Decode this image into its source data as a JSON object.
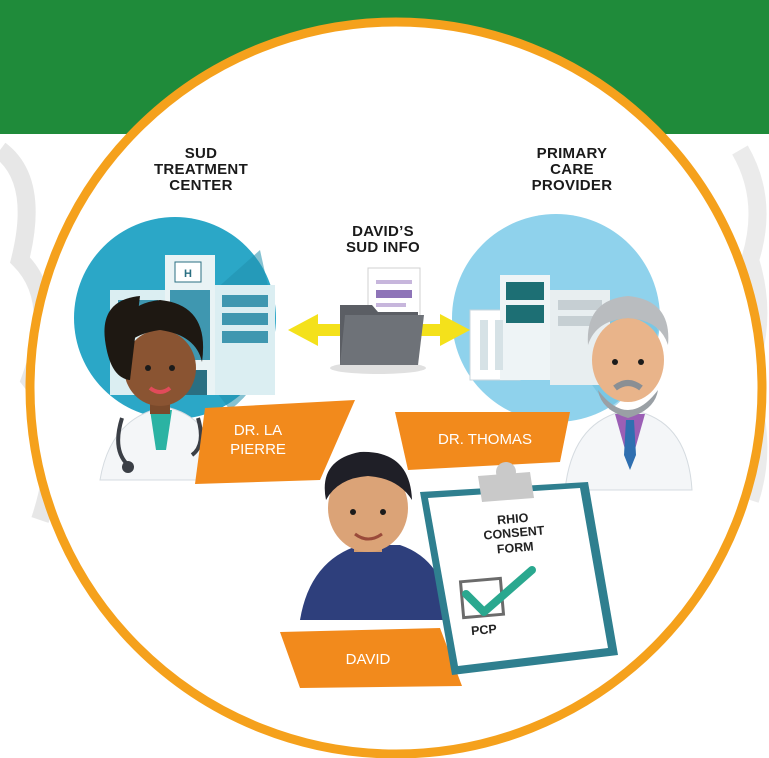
{
  "labels": {
    "sud_center": [
      "SUD",
      "TREATMENT",
      "CENTER"
    ],
    "primary_care": [
      "PRIMARY",
      "CARE",
      "PROVIDER"
    ],
    "info": [
      "DAVID’S",
      "SUD INFO"
    ],
    "dr_lapierre": [
      "DR. LA",
      "PIERRE"
    ],
    "dr_thomas": "DR. THOMAS",
    "david": "DAVID",
    "form_title": [
      "RHIO",
      "CONSENT",
      "FORM"
    ],
    "form_choice": "PCP"
  },
  "colors": {
    "banner_green": "#1f8b3a",
    "ring_orange": "#f5a11c",
    "tag_orange": "#f28a1c",
    "arrow_yellow": "#f4e11b",
    "left_circle": "#2ba7c7",
    "right_circle": "#8fd2ec",
    "check_green": "#2aa88f"
  },
  "icons": [
    "hospital-building-icon",
    "clinic-building-icon",
    "folder-icon",
    "document-icon",
    "clipboard-icon",
    "checkbox-checked-icon",
    "double-arrow-icon"
  ]
}
